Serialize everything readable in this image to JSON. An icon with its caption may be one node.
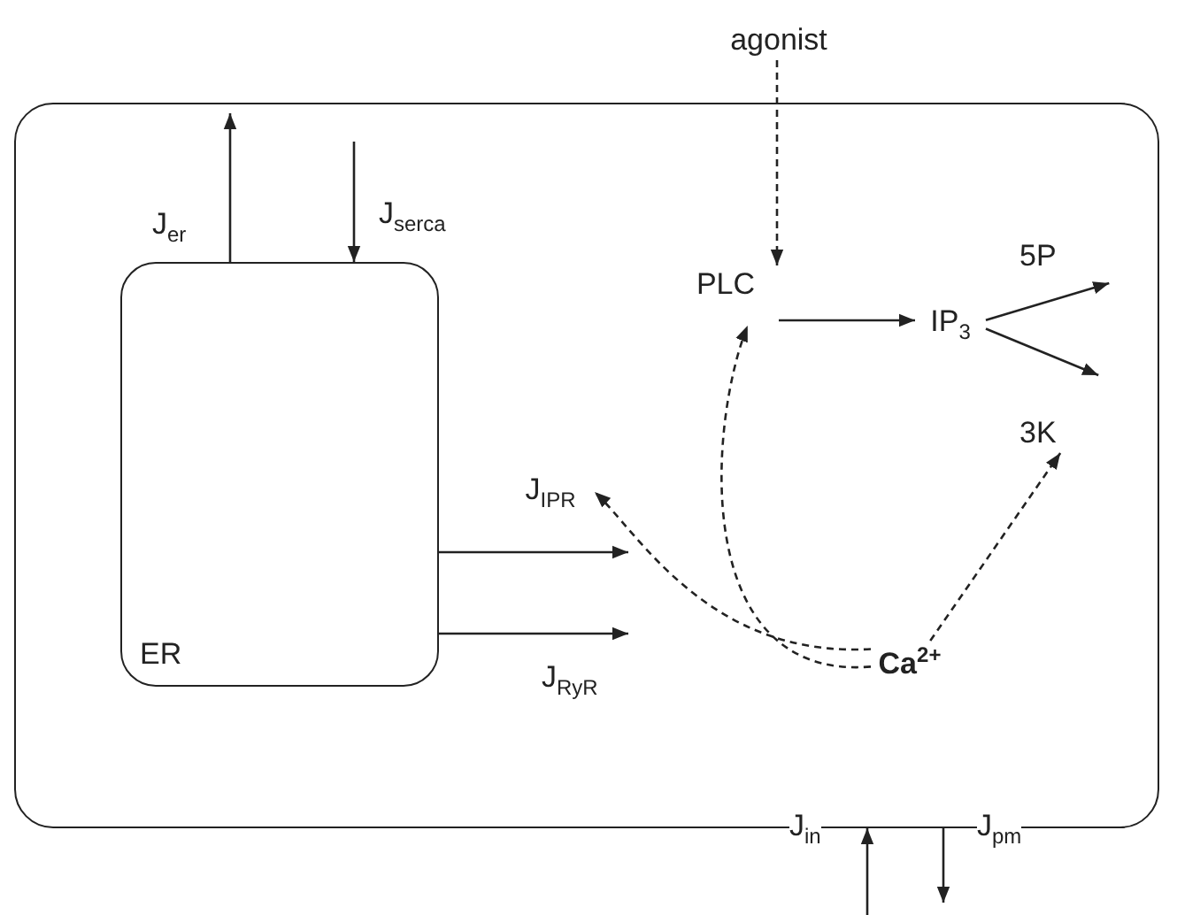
{
  "diagram": {
    "nodes": [
      {
        "text": [],
        "shape": "box"
      },
      {
        "text": [
          "ER"
        ],
        "in": 0
      },
      {
        "text": [
          "agonist"
        ]
      },
      {
        "text": [
          "PLC"
        ],
        "in": 0
      },
      {
        "text": [
          "IP$_{3}$"
        ],
        "in": 0
      },
      {
        "text": [
          "5P"
        ],
        "in": 0
      },
      {
        "text": [
          "3K"
        ],
        "in": 0
      },
      {
        "text": [
          "Ca$^{2+}$"
        ],
        "in": 0
      },
      {
        "text": [
          "J$_{IPR}$"
        ],
        "in": 0
      }
    ],
    "edges": [
      {
        "from": 1,
        "to": null,
        "arrow": "to",
        "label": "J$_{er}$"
      },
      {
        "from": null,
        "to": 1,
        "arrow": "to",
        "label": "J$_{serca}$"
      },
      {
        "from": 2,
        "to": 3,
        "arrow": "to",
        "style": "dashed"
      },
      {
        "from": 3,
        "to": 4,
        "arrow": "to"
      },
      {
        "from": 4,
        "to": 5,
        "arrow": "to"
      },
      {
        "from": 4,
        "to": 6,
        "arrow": "to"
      },
      {
        "from": 1,
        "to": null,
        "arrow": "to"
      },
      {
        "from": 1,
        "to": null,
        "arrow": "to",
        "label": "J$_{RyR}$"
      },
      {
        "from": 7,
        "to": 8,
        "arrow": "to",
        "style": "dashed"
      },
      {
        "from": 7,
        "to": 3,
        "arrow": "to",
        "style": "dashed"
      },
      {
        "from": 7,
        "to": 6,
        "arrow": "to",
        "style": "dashed"
      },
      {
        "from": null,
        "to": 0,
        "arrow": "to",
        "label": "J$_{in}$"
      },
      {
        "from": 0,
        "to": null,
        "arrow": "to",
        "label": "J$_{pm}$"
      }
    ]
  }
}
